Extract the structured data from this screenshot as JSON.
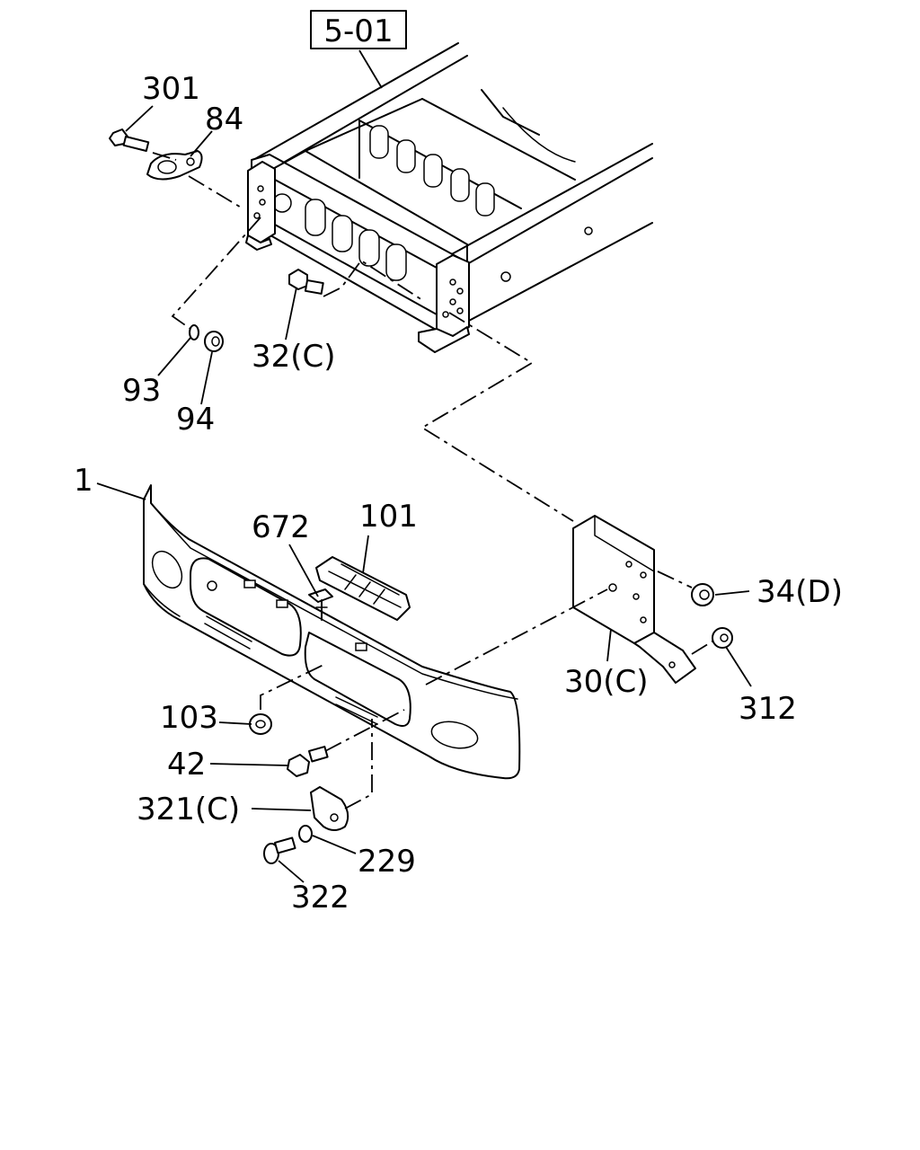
{
  "reference": "5-01",
  "callouts": {
    "c301": "301",
    "c84": "84",
    "c93": "93",
    "c94": "94",
    "c32c": "32(C)",
    "c1": "1",
    "c672": "672",
    "c101": "101",
    "c34d": "34(D)",
    "c30c": "30(C)",
    "c312": "312",
    "c103": "103",
    "c42": "42",
    "c321c": "321(C)",
    "c229": "229",
    "c322": "322"
  }
}
